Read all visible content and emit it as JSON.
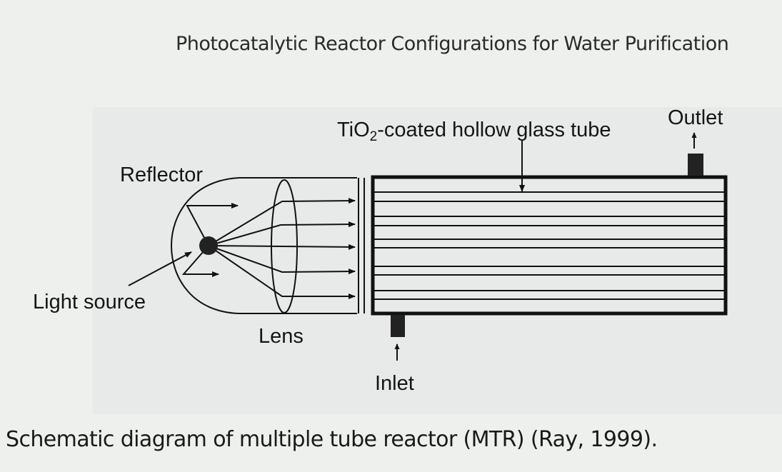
{
  "header": "Photocatalytic Reactor Configurations for Water Purification",
  "labels": {
    "tube_prefix": "TiO",
    "tube_sub": "2",
    "tube_suffix": "-coated hollow glass tube",
    "outlet": "Outlet",
    "reflector": "Reflector",
    "light_source": "Light source",
    "lens": "Lens",
    "inlet": "Inlet"
  },
  "caption": "Schematic diagram of multiple tube reactor (MTR) (Ray, 1999)."
}
